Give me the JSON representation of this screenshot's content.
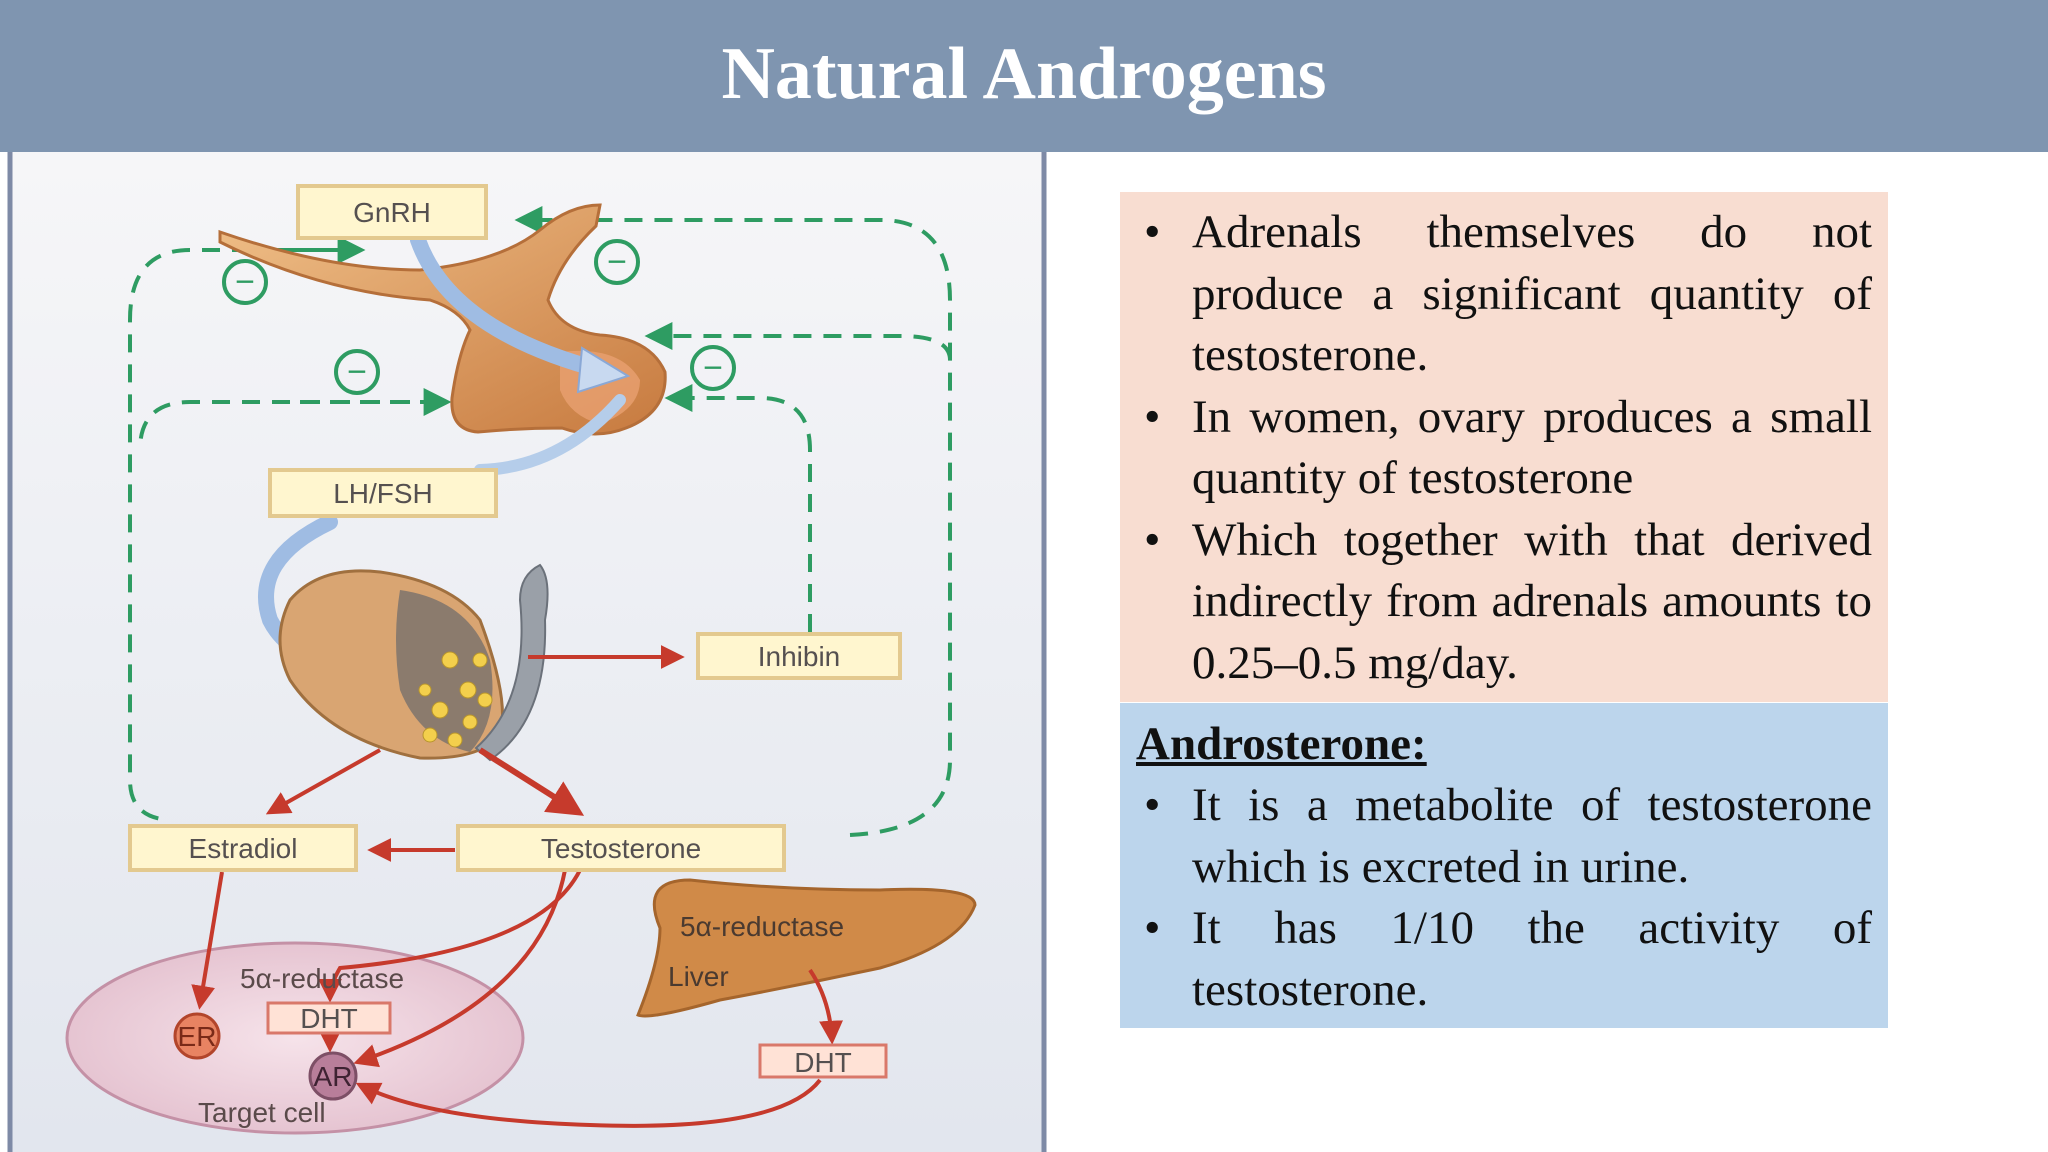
{
  "slide": {
    "title": "Natural Androgens"
  },
  "figure": {
    "labels": {
      "gnrh": "GnRH",
      "lh_fsh": "LH/FSH",
      "inhibin": "Inhibin",
      "estradiol": "Estradiol",
      "testosterone": "Testosterone",
      "reductase_liver": "5α-reductase",
      "liver": "Liver",
      "reductase_cell": "5α-reductase",
      "dht_cell": "DHT",
      "dht_liver": "DHT",
      "er": "ER",
      "ar": "AR",
      "target_cell": "Target cell",
      "minus": "−"
    },
    "colors": {
      "feedback": "#2e9c62",
      "stimulation": "#c63a2c",
      "blue_arrow": "#b7cdea",
      "label_fill": "#fff6cf",
      "label_border": "#e3c98f"
    }
  },
  "panel1": {
    "bullets": [
      "Adrenals themselves do not produce a significant quantity of testosterone.",
      " In women, ovary produces a small quantity of testosterone",
      "Which together with that derived indirectly from adrenals amounts to 0.25–0.5 mg/day."
    ]
  },
  "panel2": {
    "heading": "Androsterone:",
    "bullets": [
      " It is a metabolite of testosterone which is excreted in urine.",
      "It has 1/10 the activity of testosterone."
    ]
  },
  "bullet_char": "•"
}
